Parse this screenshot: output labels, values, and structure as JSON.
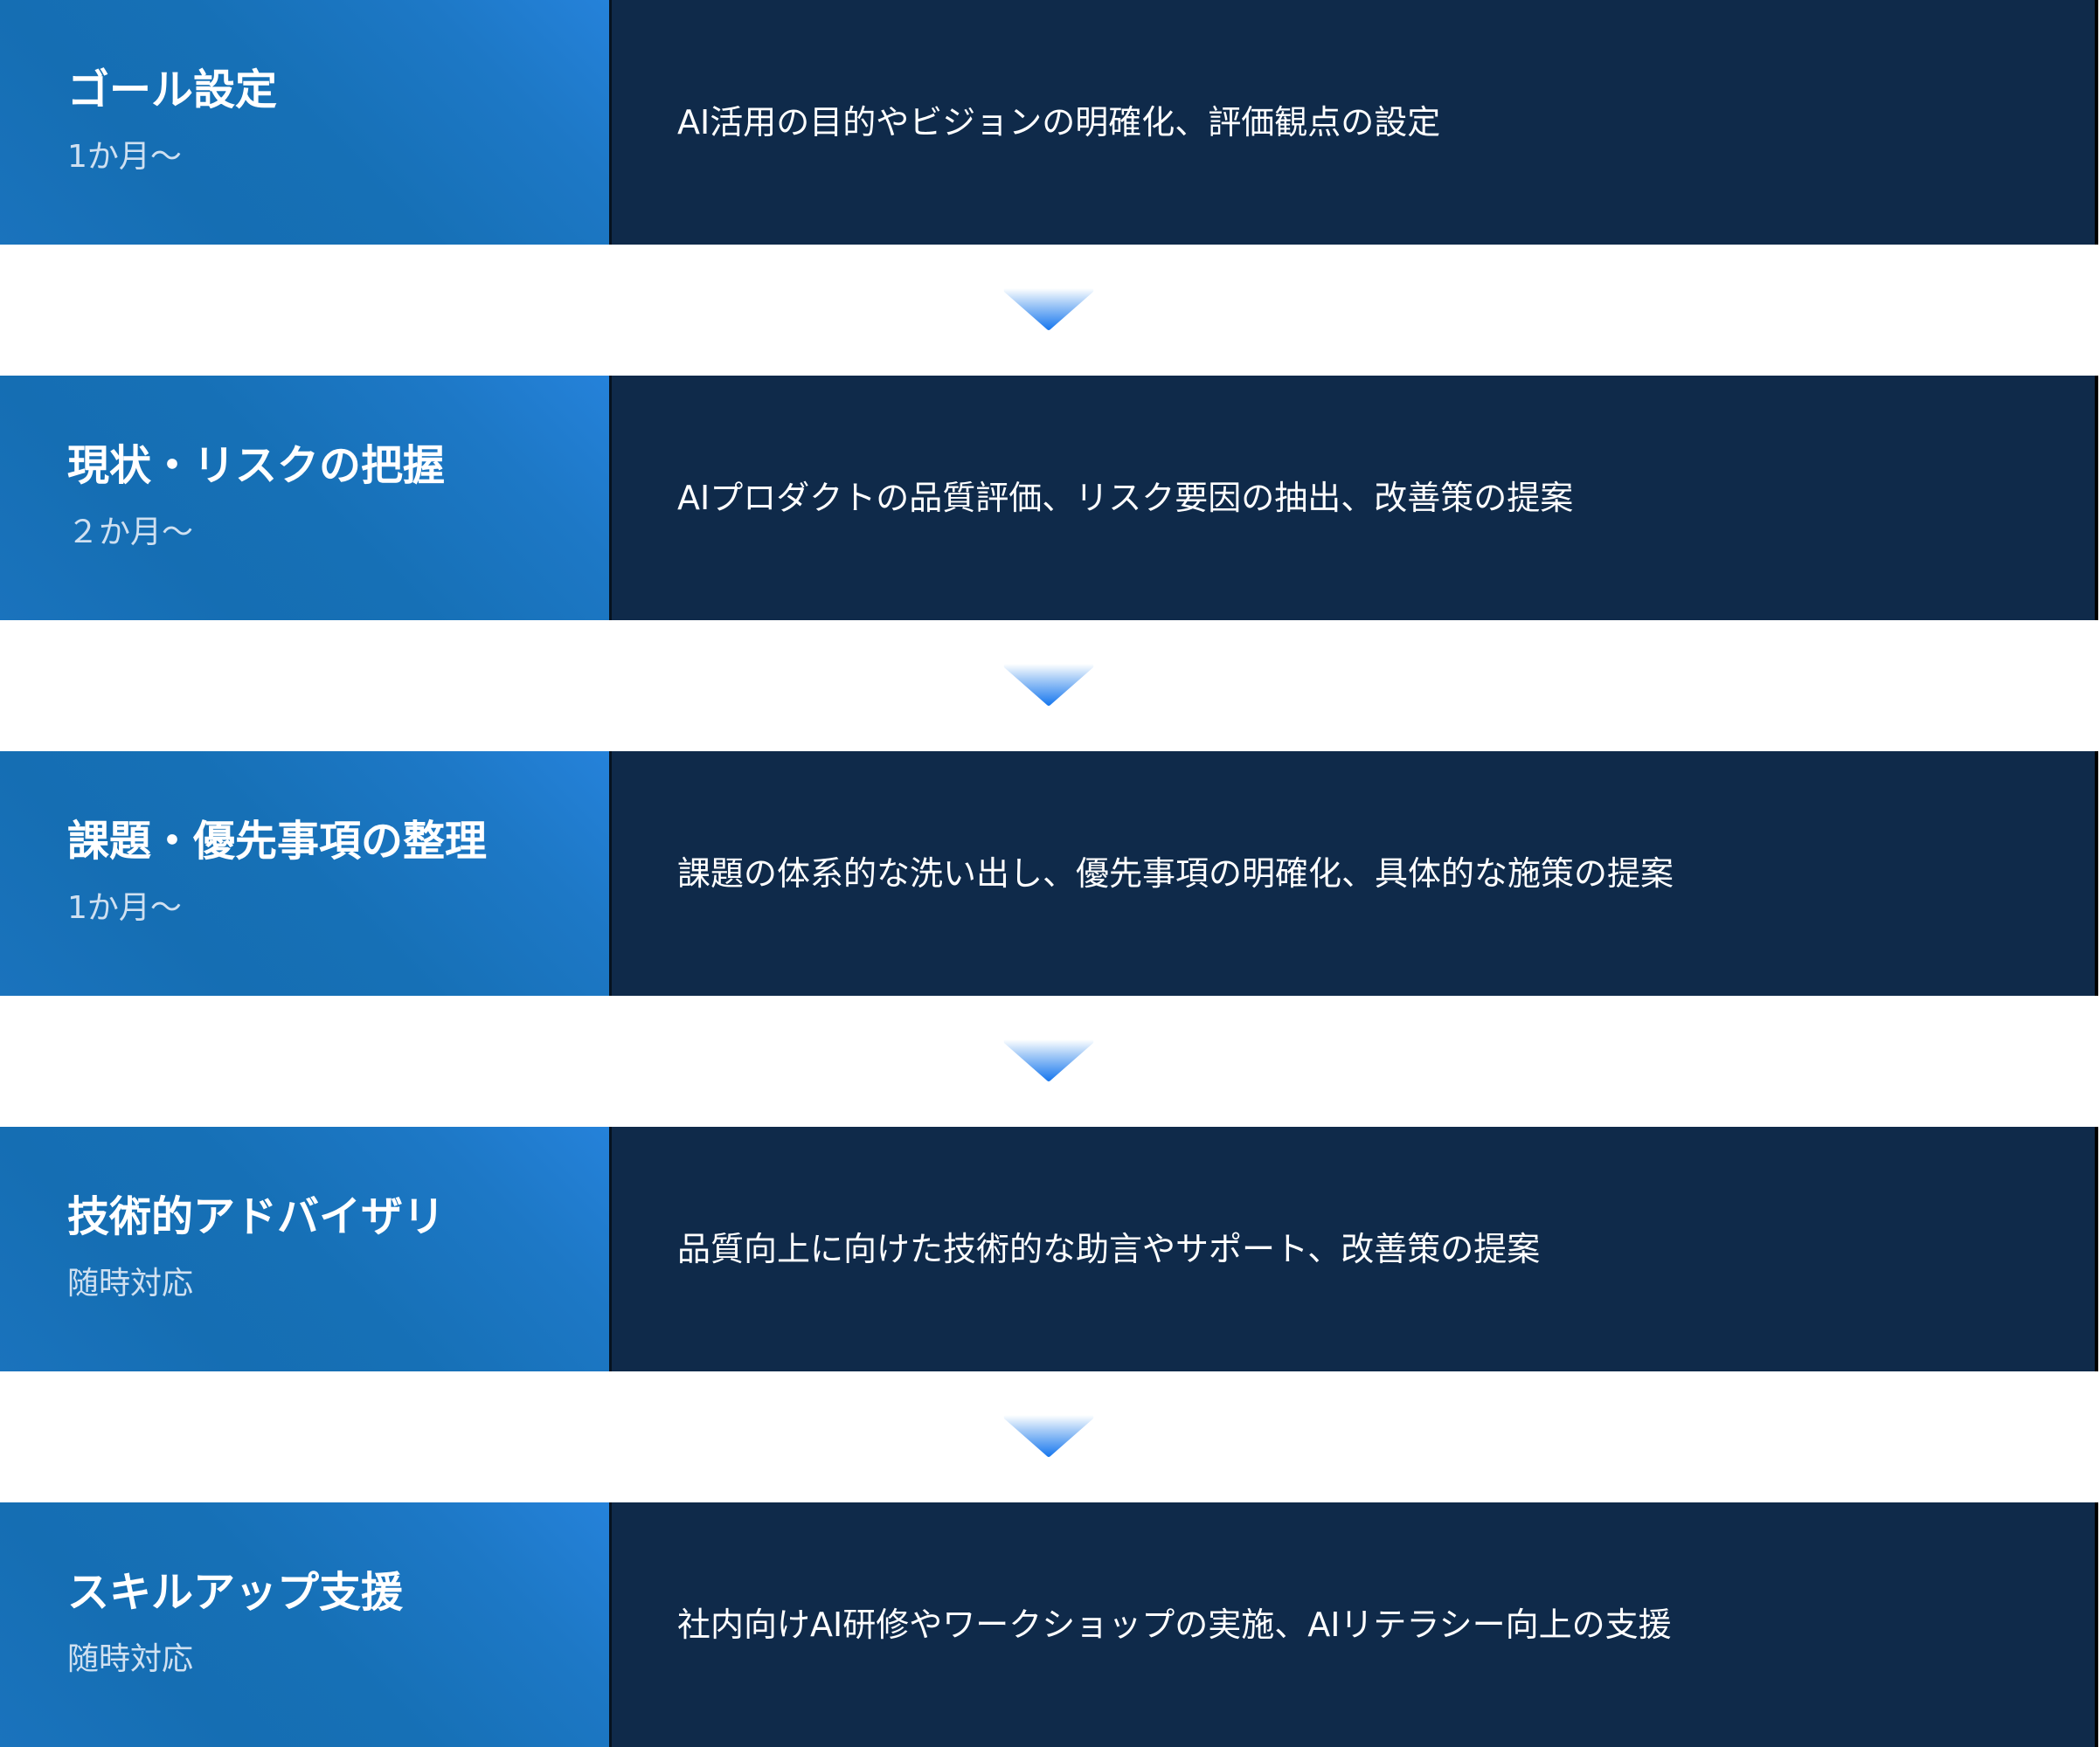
{
  "colors": {
    "left_panel_base": "#1670b6",
    "left_panel_highlight": "#2582da",
    "right_panel": "#0f2a4a",
    "title_text": "#ffffff",
    "duration_text": "#cfe0f1",
    "description_text": "#ffffff",
    "arrow_top": "#ffffff",
    "arrow_bottom": "#1676ee",
    "background": "#ffffff"
  },
  "steps": [
    {
      "title": "ゴール設定",
      "duration": "1か月～",
      "description": "AI活用の目的やビジョンの明確化、評価観点の設定"
    },
    {
      "title": "現状・リスクの把握",
      "duration": "２か月～",
      "description": "AIプロダクトの品質評価、リスク要因の抽出、改善策の提案"
    },
    {
      "title": "課題・優先事項の整理",
      "duration": "1か月～",
      "description": "課題の体系的な洗い出し、優先事項の明確化、具体的な施策の提案"
    },
    {
      "title": "技術的アドバイザリ",
      "duration": "随時対応",
      "description": "品質向上に向けた技術的な助言やサポート、改善策の提案"
    },
    {
      "title": "スキルアップ支援",
      "duration": "随時対応",
      "description": "社内向けAI研修やワークショップの実施、AIリテラシー向上の支援"
    }
  ],
  "arrows": [
    {
      "icon": "arrow-down-icon"
    },
    {
      "icon": "arrow-down-icon"
    },
    {
      "icon": "arrow-down-icon"
    },
    {
      "icon": "arrow-down-icon"
    }
  ]
}
